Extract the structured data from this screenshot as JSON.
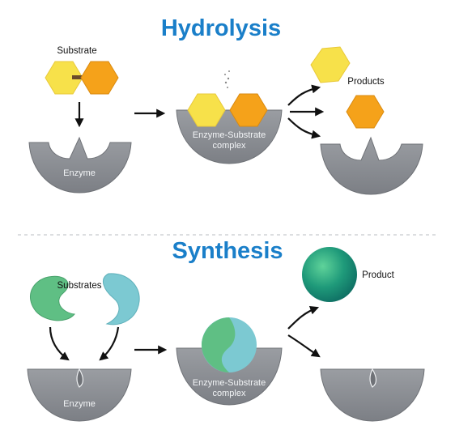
{
  "colors": {
    "title_blue": "#1a7fc9",
    "enzyme_gray": "#8e9196",
    "enzyme_dark": "#6f7277",
    "hex_yellow": "#f7e14a",
    "hex_orange": "#f5a21a",
    "blob_green": "#5fbf84",
    "blob_teal": "#7cc9d2",
    "product_sphere": "#1f9a7a"
  },
  "hydrolysis": {
    "title": "Hydrolysis",
    "substrate_label": "Substrate",
    "enzyme_label": "Enzyme",
    "complex_label_line1": "Enzyme-Substrate",
    "complex_label_line2": "complex",
    "products_label": "Products"
  },
  "synthesis": {
    "title": "Synthesis",
    "substrates_label": "Substrates",
    "enzyme_label": "Enzyme",
    "complex_label_line1": "Enzyme-Substrate",
    "complex_label_line2": "complex",
    "product_label": "Product"
  }
}
